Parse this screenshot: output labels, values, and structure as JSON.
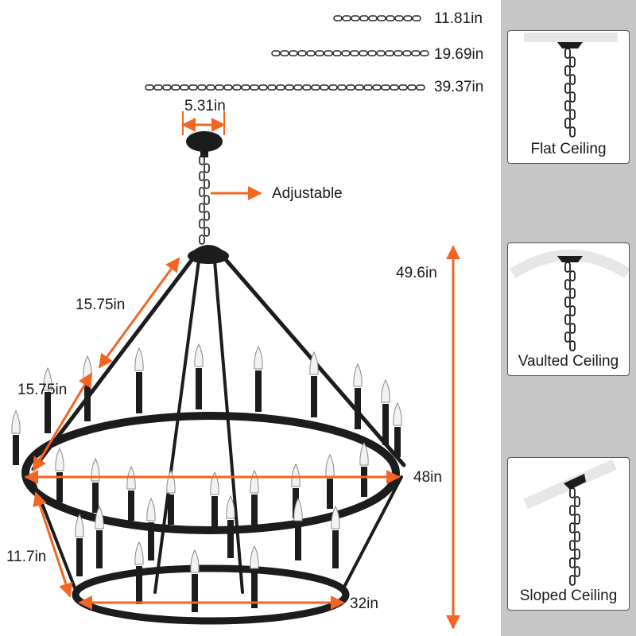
{
  "chain_lengths": [
    "11.81in",
    "19.69in",
    "39.37in"
  ],
  "dimensions": {
    "canopy_width": "5.31in",
    "adjustable": "Adjustable",
    "arm_upper": "15.75in",
    "arm_lower": "15.75in",
    "total_height": "49.6in",
    "big_ring": "48in",
    "tier_height": "11.7in",
    "small_ring": "32in"
  },
  "mount_options": [
    {
      "label": "Flat Ceiling",
      "icon": "flat-ceiling-icon"
    },
    {
      "label": "Vaulted Ceiling",
      "icon": "vaulted-ceiling-icon"
    },
    {
      "label": "Sloped Ceiling",
      "icon": "sloped-ceiling-icon"
    }
  ],
  "colors": {
    "accent": "#f26522",
    "fixture": "#1c1c1c",
    "sidebar": "#c6c6c6"
  }
}
